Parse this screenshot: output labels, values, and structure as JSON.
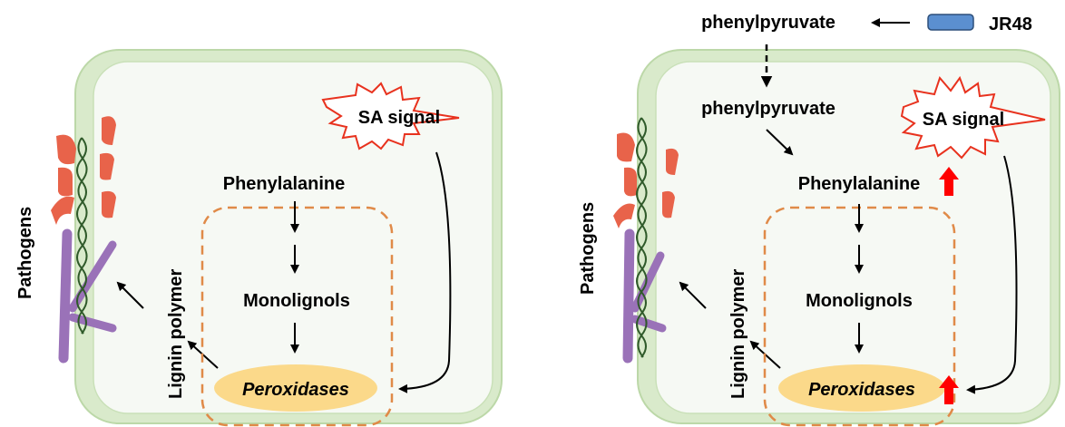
{
  "panels": [
    {
      "id": "control",
      "pathogens_label": "Pathogens",
      "lignin_label": "Lignin polymer",
      "sa_signal_label": "SA signal",
      "phenylalanine_label": "Phenylalanine",
      "monolignols_label": "Monolignols",
      "peroxidases_label": "Peroxidases"
    },
    {
      "id": "jr48",
      "pathogens_label": "Pathogens",
      "lignin_label": "Lignin polymer",
      "sa_signal_label": "SA signal",
      "phenylalanine_label": "Phenylalanine",
      "monolignols_label": "Monolignols",
      "peroxidases_label": "Peroxidases",
      "external_phenylpyruvate_label": "phenylpyruvate",
      "internal_phenylpyruvate_label": "phenylpyruvate",
      "strain_label": "JR48",
      "upregulated": [
        "Phenylalanine",
        "Peroxidases"
      ]
    }
  ],
  "colors": {
    "cell_wall": "#d6e8c8",
    "cell_wall_stroke": "#b9d6a4",
    "cytoplasm": "#f6f9f4",
    "pathogen_orange": "#e8634a",
    "pathogen_purple": "#9a72b8",
    "lignin_strand": "#2f5a2a",
    "dashed_box": "#e08a48",
    "peroxidase_fill": "#fbd98a",
    "sa_burst": "#e8321e",
    "up_arrow": "#ff0000",
    "bacterium": "#5b8fd0"
  }
}
